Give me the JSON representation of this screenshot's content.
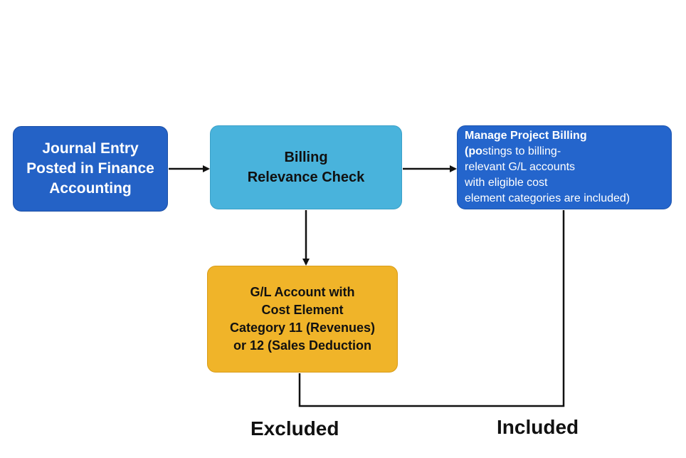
{
  "nodes": {
    "journal_entry": {
      "lines": [
        "Journal Entry",
        "Posted in Finance",
        "Accounting"
      ]
    },
    "billing_relevance_check": {
      "lines": [
        "Billing",
        "Relevance Check"
      ]
    },
    "manage_project_billing": {
      "title": "Manage Project Billing",
      "line1_bold": "(po",
      "line1_rest": "stings to billing-",
      "lines": [
        "relevant G/L accounts",
        "with eligible cost",
        "element categories are included)"
      ]
    },
    "gl_account": {
      "lines": [
        "G/L Account with",
        "Cost Element",
        "Category 11 (Revenues)",
        "or 12 (Sales Deduction"
      ]
    }
  },
  "outcomes": {
    "excluded": "Excluded",
    "included": "Included"
  },
  "colors": {
    "journal_entry": "#2462c6",
    "billing_relevance_check": "#49b3dc",
    "manage_project_billing": "#2465cc",
    "gl_account": "#f0b429",
    "connector": "#111111"
  }
}
